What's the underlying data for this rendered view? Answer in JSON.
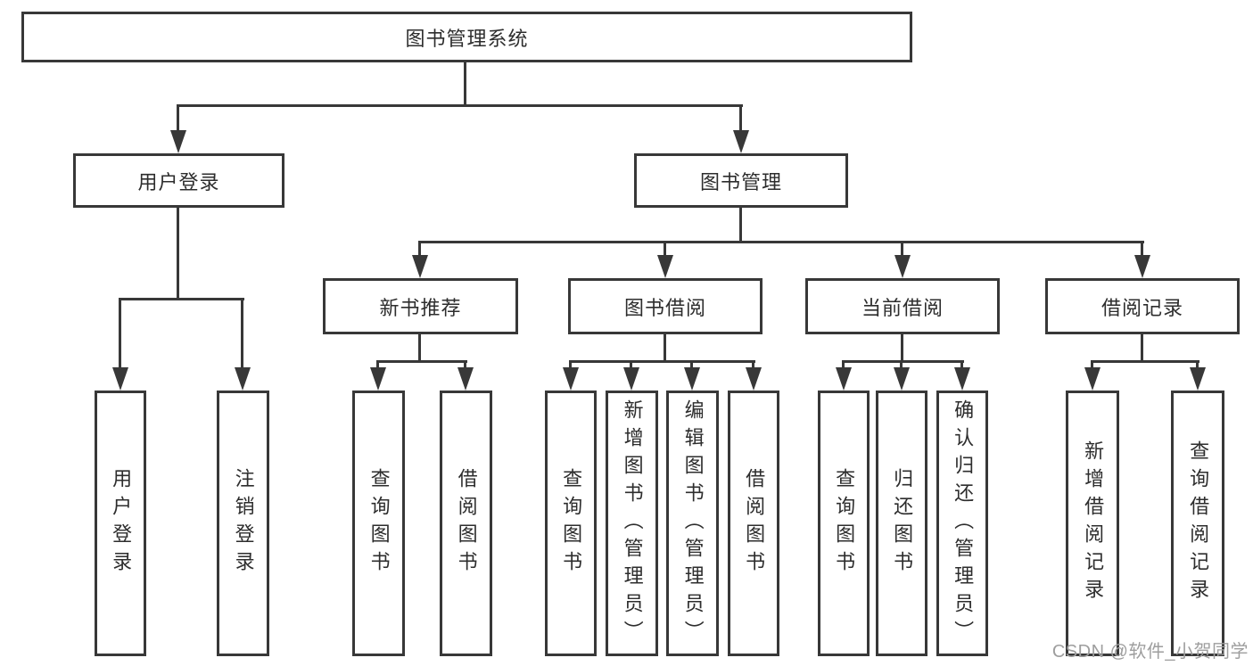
{
  "diagram": {
    "root": {
      "label": "图书管理系统"
    },
    "level2": [
      {
        "label": "用户登录"
      },
      {
        "label": "图书管理"
      }
    ],
    "level3": [
      {
        "label": "新书推荐"
      },
      {
        "label": "图书借阅"
      },
      {
        "label": "当前借阅"
      },
      {
        "label": "借阅记录"
      }
    ],
    "leaves": [
      {
        "label": "用户登录"
      },
      {
        "label": "注销登录"
      },
      {
        "label": "查询图书"
      },
      {
        "label": "借阅图书"
      },
      {
        "label": "查询图书"
      },
      {
        "label": "新增图书（管理员）"
      },
      {
        "label": "编辑图书（管理员）"
      },
      {
        "label": "借阅图书"
      },
      {
        "label": "查询图书"
      },
      {
        "label": "归还图书"
      },
      {
        "label": "确认归还（管理员）"
      },
      {
        "label": "新增借阅记录"
      },
      {
        "label": "查询借阅记录"
      }
    ]
  },
  "watermark": {
    "text": "CSDN @软件_小贺同学",
    "color": "#9e9e9e"
  },
  "colors": {
    "line": "#383838",
    "text": "#2d2d2d",
    "background": "#ffffff"
  }
}
